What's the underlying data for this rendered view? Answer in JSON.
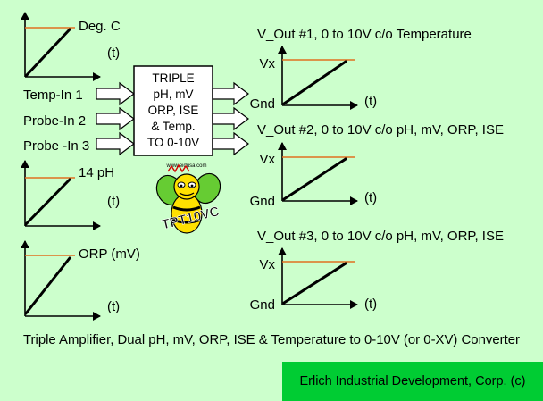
{
  "input_graphs": {
    "temp": {
      "top_label": "Deg. C",
      "x_label": "(t)"
    },
    "ph": {
      "top_label": "14 pH",
      "x_label": "(t)"
    },
    "orp": {
      "top_label": "ORP (mV)",
      "x_label": "(t)"
    }
  },
  "inputs": [
    "Temp-In 1",
    "Probe-In 2",
    "Probe -In 3"
  ],
  "converter_box": {
    "lines": [
      "TRIPLE",
      "pH, mV",
      "ORP, ISE",
      "& Temp.",
      "TO 0-10V"
    ]
  },
  "mascot": {
    "url_text": "www.eidusa.com",
    "badge_text": "TPT10VC"
  },
  "outputs": [
    {
      "title": "V_Out #1, 0 to 10V c/o Temperature",
      "y_top": "Vx",
      "y_bottom": "Gnd",
      "x_label": "(t)"
    },
    {
      "title": "V_Out #2, 0 to 10V c/o pH, mV, ORP, ISE",
      "y_top": "Vx",
      "y_bottom": "Gnd",
      "x_label": "(t)"
    },
    {
      "title": "V_Out #3, 0 to 10V c/o pH, mV, ORP, ISE",
      "y_top": "Vx",
      "y_bottom": "Gnd",
      "x_label": "(t)"
    }
  ],
  "caption": "Triple Amplifier, Dual pH, mV, ORP, ISE & Temperature to 0-10V (or 0-XV) Converter",
  "footer": "Erlich Industrial Development, Corp. (c)",
  "colors": {
    "background": "#ccffcc",
    "reference_line": "#e07020",
    "footer_bar": "#00cc33"
  }
}
